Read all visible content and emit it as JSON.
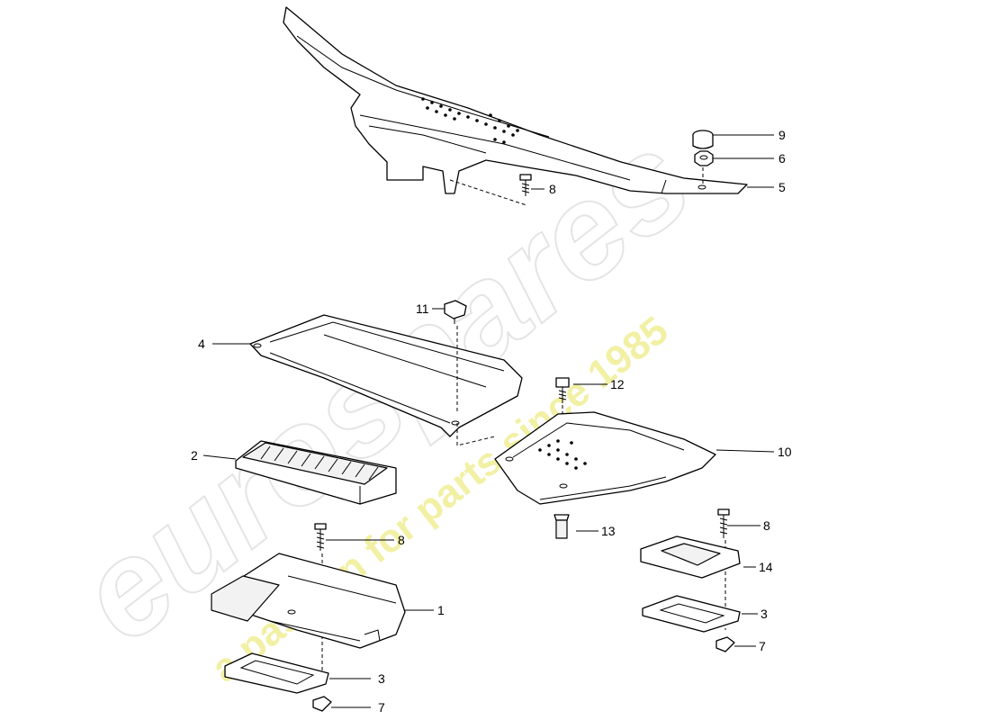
{
  "watermark": {
    "brand": "eurospares",
    "tagline": "a passion for parts since 1985",
    "tagline_color": "#e8e55a",
    "brand_color": "#cfcfcf"
  },
  "callouts": {
    "c1": "1",
    "c2": "2",
    "c3a": "3",
    "c3b": "3",
    "c4": "4",
    "c5": "5",
    "c6": "6",
    "c7a": "7",
    "c7b": "7",
    "c8a": "8",
    "c8b": "8",
    "c8c": "8",
    "c9": "9",
    "c10": "10",
    "c11": "11",
    "c12": "12",
    "c13": "13",
    "c14": "14"
  }
}
